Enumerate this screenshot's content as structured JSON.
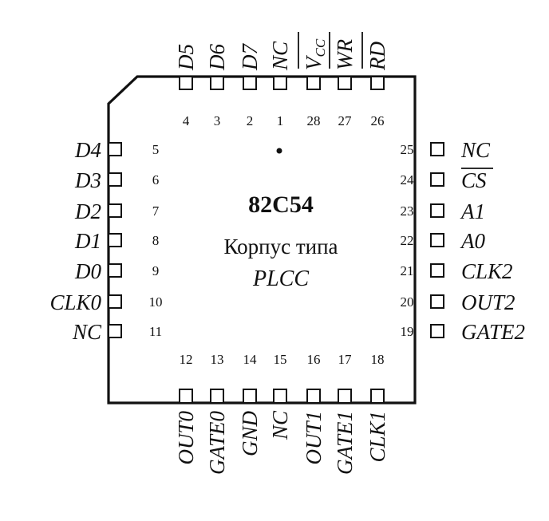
{
  "chip": {
    "title": "82C54",
    "package_line1": "Корпус типа",
    "package_line2": "PLCC"
  },
  "pins": {
    "top": [
      {
        "num": "4",
        "name": "D5"
      },
      {
        "num": "3",
        "name": "D6"
      },
      {
        "num": "2",
        "name": "D7"
      },
      {
        "num": "1",
        "name": "NC"
      },
      {
        "num": "28",
        "name": "VCC"
      },
      {
        "num": "27",
        "name": "WR",
        "overline": true
      },
      {
        "num": "26",
        "name": "RD",
        "overline": true
      }
    ],
    "left": [
      {
        "num": "5",
        "name": "D4"
      },
      {
        "num": "6",
        "name": "D3"
      },
      {
        "num": "7",
        "name": "D2"
      },
      {
        "num": "8",
        "name": "D1"
      },
      {
        "num": "9",
        "name": "D0"
      },
      {
        "num": "10",
        "name": "CLK0"
      },
      {
        "num": "11",
        "name": "NC"
      }
    ],
    "right": [
      {
        "num": "25",
        "name": "NC"
      },
      {
        "num": "24",
        "name": "CS",
        "overline": true
      },
      {
        "num": "23",
        "name": "A1"
      },
      {
        "num": "22",
        "name": "A0"
      },
      {
        "num": "21",
        "name": "CLK2"
      },
      {
        "num": "20",
        "name": "OUT2"
      },
      {
        "num": "19",
        "name": "GATE2"
      }
    ],
    "bottom": [
      {
        "num": "12",
        "name": "OUT0"
      },
      {
        "num": "13",
        "name": "GATE0"
      },
      {
        "num": "14",
        "name": "GND"
      },
      {
        "num": "15",
        "name": "NC"
      },
      {
        "num": "16",
        "name": "OUT1"
      },
      {
        "num": "17",
        "name": "GATE1"
      },
      {
        "num": "18",
        "name": "CLK1"
      }
    ]
  }
}
